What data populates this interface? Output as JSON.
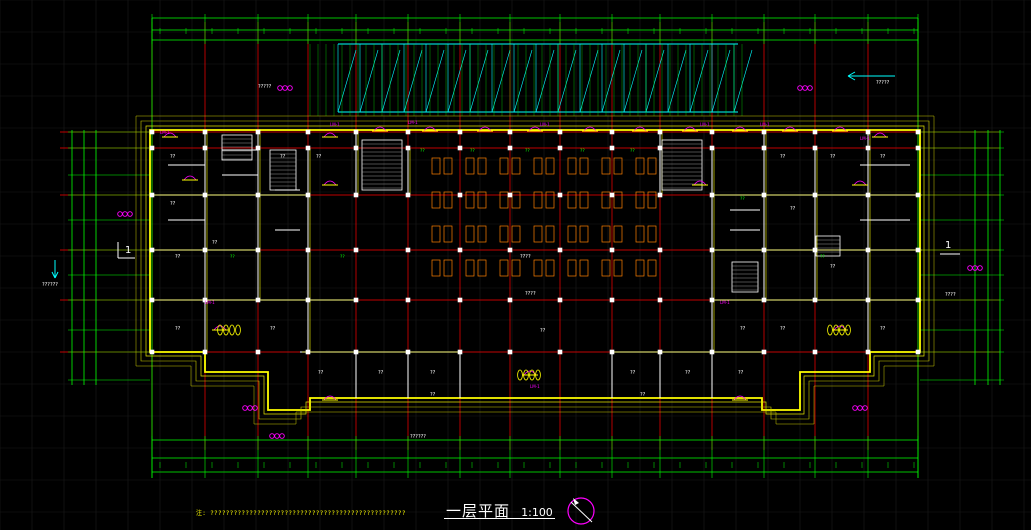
{
  "drawing": {
    "title": "一层平面",
    "scale": "1:100",
    "note": "注: ??????????????????????????????????????????????????",
    "section_mark": "1"
  },
  "colors": {
    "background": "#000000",
    "grid": "#1a1a1a",
    "axis": "#ff0000",
    "dimension": "#00ff00",
    "wall": "#ffff00",
    "interior": "#ffffff",
    "label": "#ff00ff",
    "glazing": "#00ffff",
    "parking": "#ff8000",
    "column": "#ffffff"
  },
  "rooms": {
    "left": [
      "??",
      "??",
      "??",
      "??",
      "??",
      "??",
      "??",
      "??"
    ],
    "right": [
      "??",
      "??",
      "??",
      "??",
      "??",
      "??",
      "??",
      "??"
    ],
    "south": [
      "??",
      "??",
      "??",
      "??",
      "??",
      "??",
      "??",
      "??"
    ],
    "hall": [
      "????",
      "????",
      "??"
    ]
  },
  "dims": {
    "top_left": "?????",
    "top_right": "?????",
    "left_mid": "??????",
    "right_mid": "????",
    "bottom_center": "??????"
  }
}
